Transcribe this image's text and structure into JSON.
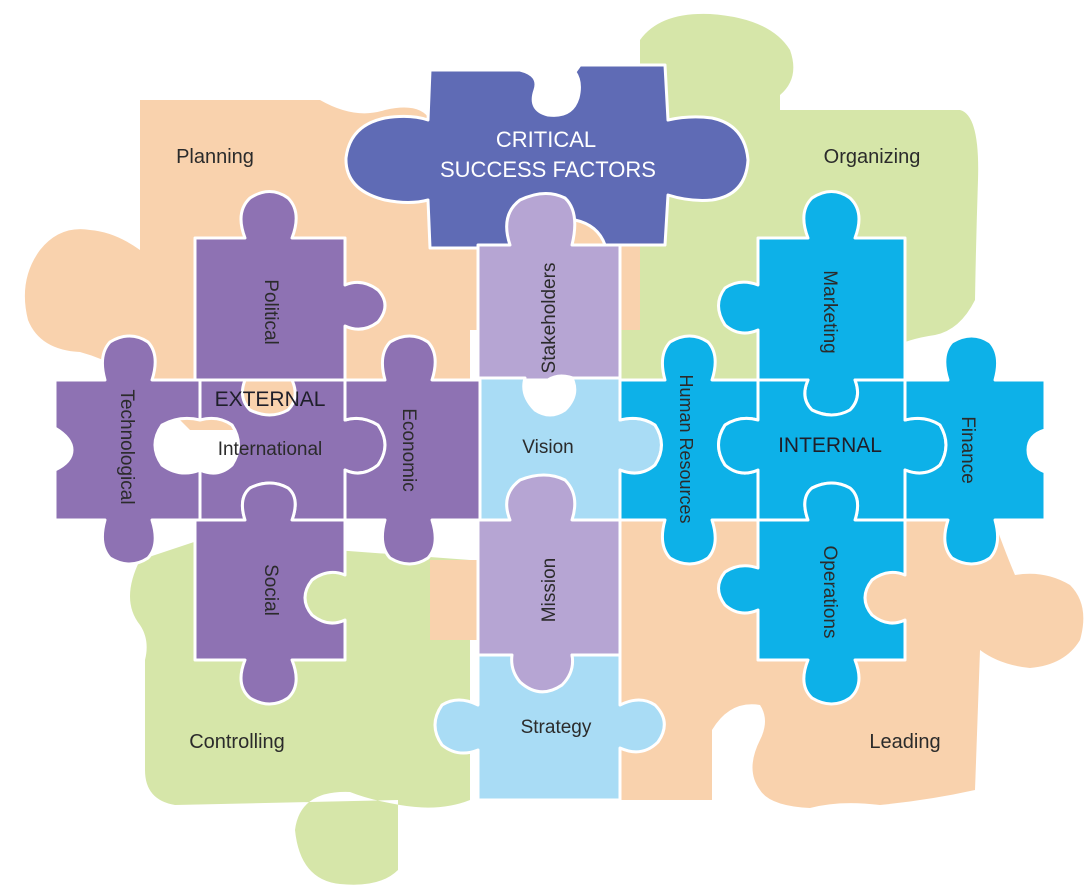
{
  "title": {
    "line1": "CRITICAL",
    "line2": "SUCCESS FACTORS"
  },
  "background_pieces": {
    "planning": "Planning",
    "organizing": "Organizing",
    "controlling": "Controlling",
    "leading": "Leading"
  },
  "external": {
    "center": "EXTERNAL",
    "center_sub": "International",
    "top": "Political",
    "left": "Technological",
    "right": "Economic",
    "bottom": "Social"
  },
  "middle_column": {
    "stakeholders": "Stakeholders",
    "vision": "Vision",
    "mission": "Mission",
    "strategy": "Strategy"
  },
  "internal": {
    "center": "INTERNAL",
    "top": "Marketing",
    "left": "Human Resources",
    "right": "Finance",
    "bottom": "Operations"
  },
  "colors": {
    "peach": "#f9d2ad",
    "green": "#d6e6a9",
    "title_blue": "#5f6bb5",
    "external_purple": "#8e72b3",
    "middle_lavender": "#b6a5d3",
    "middle_lightblue": "#a9dcf5",
    "internal_cyan": "#0db1e8"
  }
}
